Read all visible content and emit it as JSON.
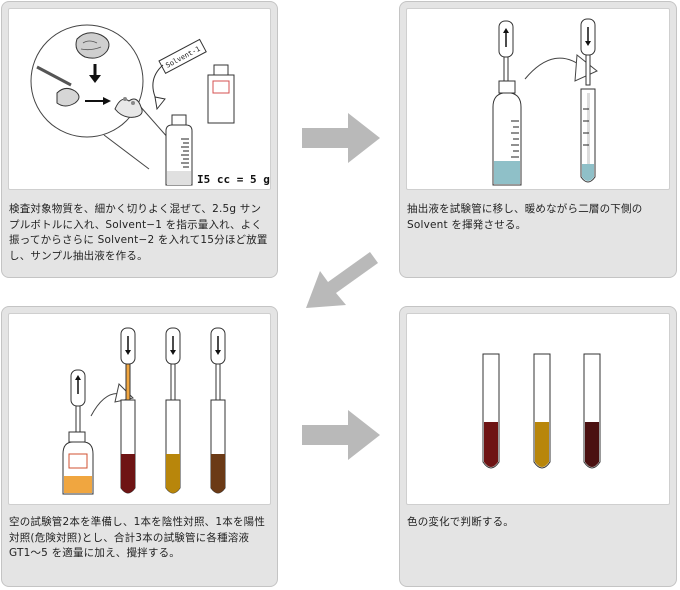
{
  "steps": [
    {
      "caption": "検査対象物質を、細かく切りよく混ぜて、2.5g サンプルボトルに入れ、Solvent−1 を指示量入れ、よく振ってからさらに Solvent−2 を入れて15分ほど放置し、サンプル抽出液を作る。",
      "bottle_label": "Solvent-1",
      "measure_label": "I5 cc = 5 g"
    },
    {
      "caption": "抽出液を試験管に移し、暖めながら二層の下側の Solvent を揮発させる。"
    },
    {
      "caption": "空の試験管2本を準備し、1本を陰性対照、1本を陽性対照(危険対照)とし、合計3本の試験管に各種溶液 GT1〜5 を適量に加え、攪拌する。"
    },
    {
      "caption": "色の変化で判断する。"
    }
  ],
  "colors": {
    "arrow": "#b9b9b9",
    "liquid_teal": "#8fc0c8",
    "orange": "#f0a640",
    "dark_red": "#6e1414",
    "amber": "#b8860b",
    "brown": "#6b3a16"
  }
}
